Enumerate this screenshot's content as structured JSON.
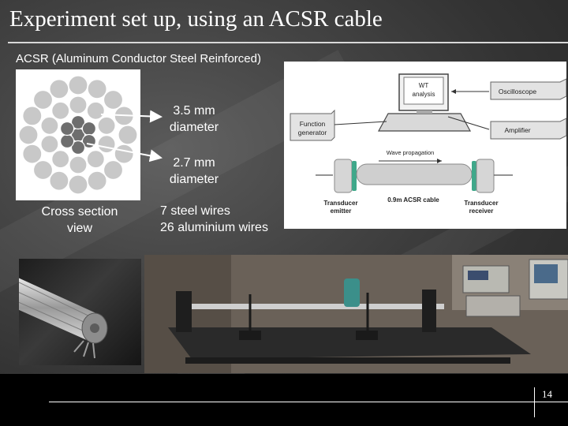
{
  "slide": {
    "title": "Experiment set up, using an ACSR cable",
    "subtitle": "ACSR (Aluminum Conductor Steel Reinforced)",
    "page_number": "14"
  },
  "cross_section": {
    "label_diameter_outer_value": "3.5 mm",
    "label_diameter_outer_unit": "diameter",
    "label_diameter_inner_value": "2.7 mm",
    "label_diameter_inner_unit": "diameter",
    "caption_line1": "Cross section",
    "caption_line2": "view",
    "wires_steel": "7 steel wires",
    "wires_aluminium": "26 aluminium wires"
  },
  "schematic": {
    "wt_analysis_line1": "WT",
    "wt_analysis_line2": "analysis",
    "oscilloscope": "Oscilloscope",
    "function_generator_line1": "Function",
    "function_generator_line2": "generator",
    "amplifier": "Amplifier",
    "wave_propagation": "Wave propagation",
    "cable": "0.9m ACSR cable",
    "transducer_emitter_line1": "Transducer",
    "transducer_emitter_line2": "emitter",
    "transducer_receiver_line1": "Transducer",
    "transducer_receiver_line2": "receiver"
  },
  "colors": {
    "background": "#3a3a3a",
    "title_text": "#ffffff",
    "footer": "#000000",
    "steel_wire": "#6e6e6e",
    "aluminium_wire": "#c8c8c8",
    "transducer": "#3fa88a"
  }
}
